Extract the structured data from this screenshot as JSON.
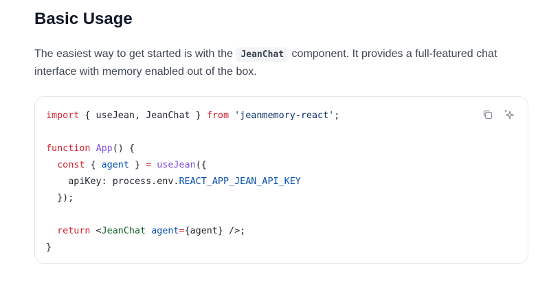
{
  "heading": "Basic Usage",
  "intro": {
    "before": "The easiest way to get started is with the ",
    "code": "JeanChat",
    "after": " component. It provides a full-featured chat interface with memory enabled out of the box."
  },
  "code_block": {
    "copy_icon": "copy-icon",
    "ai_icon": "sparkles-icon",
    "lines": [
      [
        [
          "import",
          "k"
        ],
        [
          " { useJean, JeanChat } ",
          "p"
        ],
        [
          "from",
          "k"
        ],
        [
          " ",
          "p"
        ],
        [
          "'jeanmemory-react'",
          "s"
        ],
        [
          ";",
          "p"
        ]
      ],
      [],
      [
        [
          "function",
          "k"
        ],
        [
          " ",
          "p"
        ],
        [
          "App",
          "f"
        ],
        [
          "() {",
          "p"
        ]
      ],
      [
        [
          "  ",
          "p"
        ],
        [
          "const",
          "k"
        ],
        [
          " { ",
          "p"
        ],
        [
          "agent",
          "v"
        ],
        [
          " } ",
          "p"
        ],
        [
          "=",
          "k"
        ],
        [
          " ",
          "p"
        ],
        [
          "useJean",
          "f"
        ],
        [
          "({",
          "p"
        ]
      ],
      [
        [
          "    apiKey: process.env.",
          "p"
        ],
        [
          "REACT_APP_JEAN_API_KEY",
          "v"
        ]
      ],
      [
        [
          "  });",
          "p"
        ]
      ],
      [],
      [
        [
          "  ",
          "p"
        ],
        [
          "return",
          "k"
        ],
        [
          " <",
          "p"
        ],
        [
          "JeanChat",
          "tg"
        ],
        [
          " ",
          "p"
        ],
        [
          "agent",
          "v"
        ],
        [
          "=",
          "k"
        ],
        [
          "{agent}",
          "p"
        ],
        [
          " />;",
          "p"
        ]
      ],
      [
        [
          "}",
          "p"
        ]
      ]
    ]
  }
}
